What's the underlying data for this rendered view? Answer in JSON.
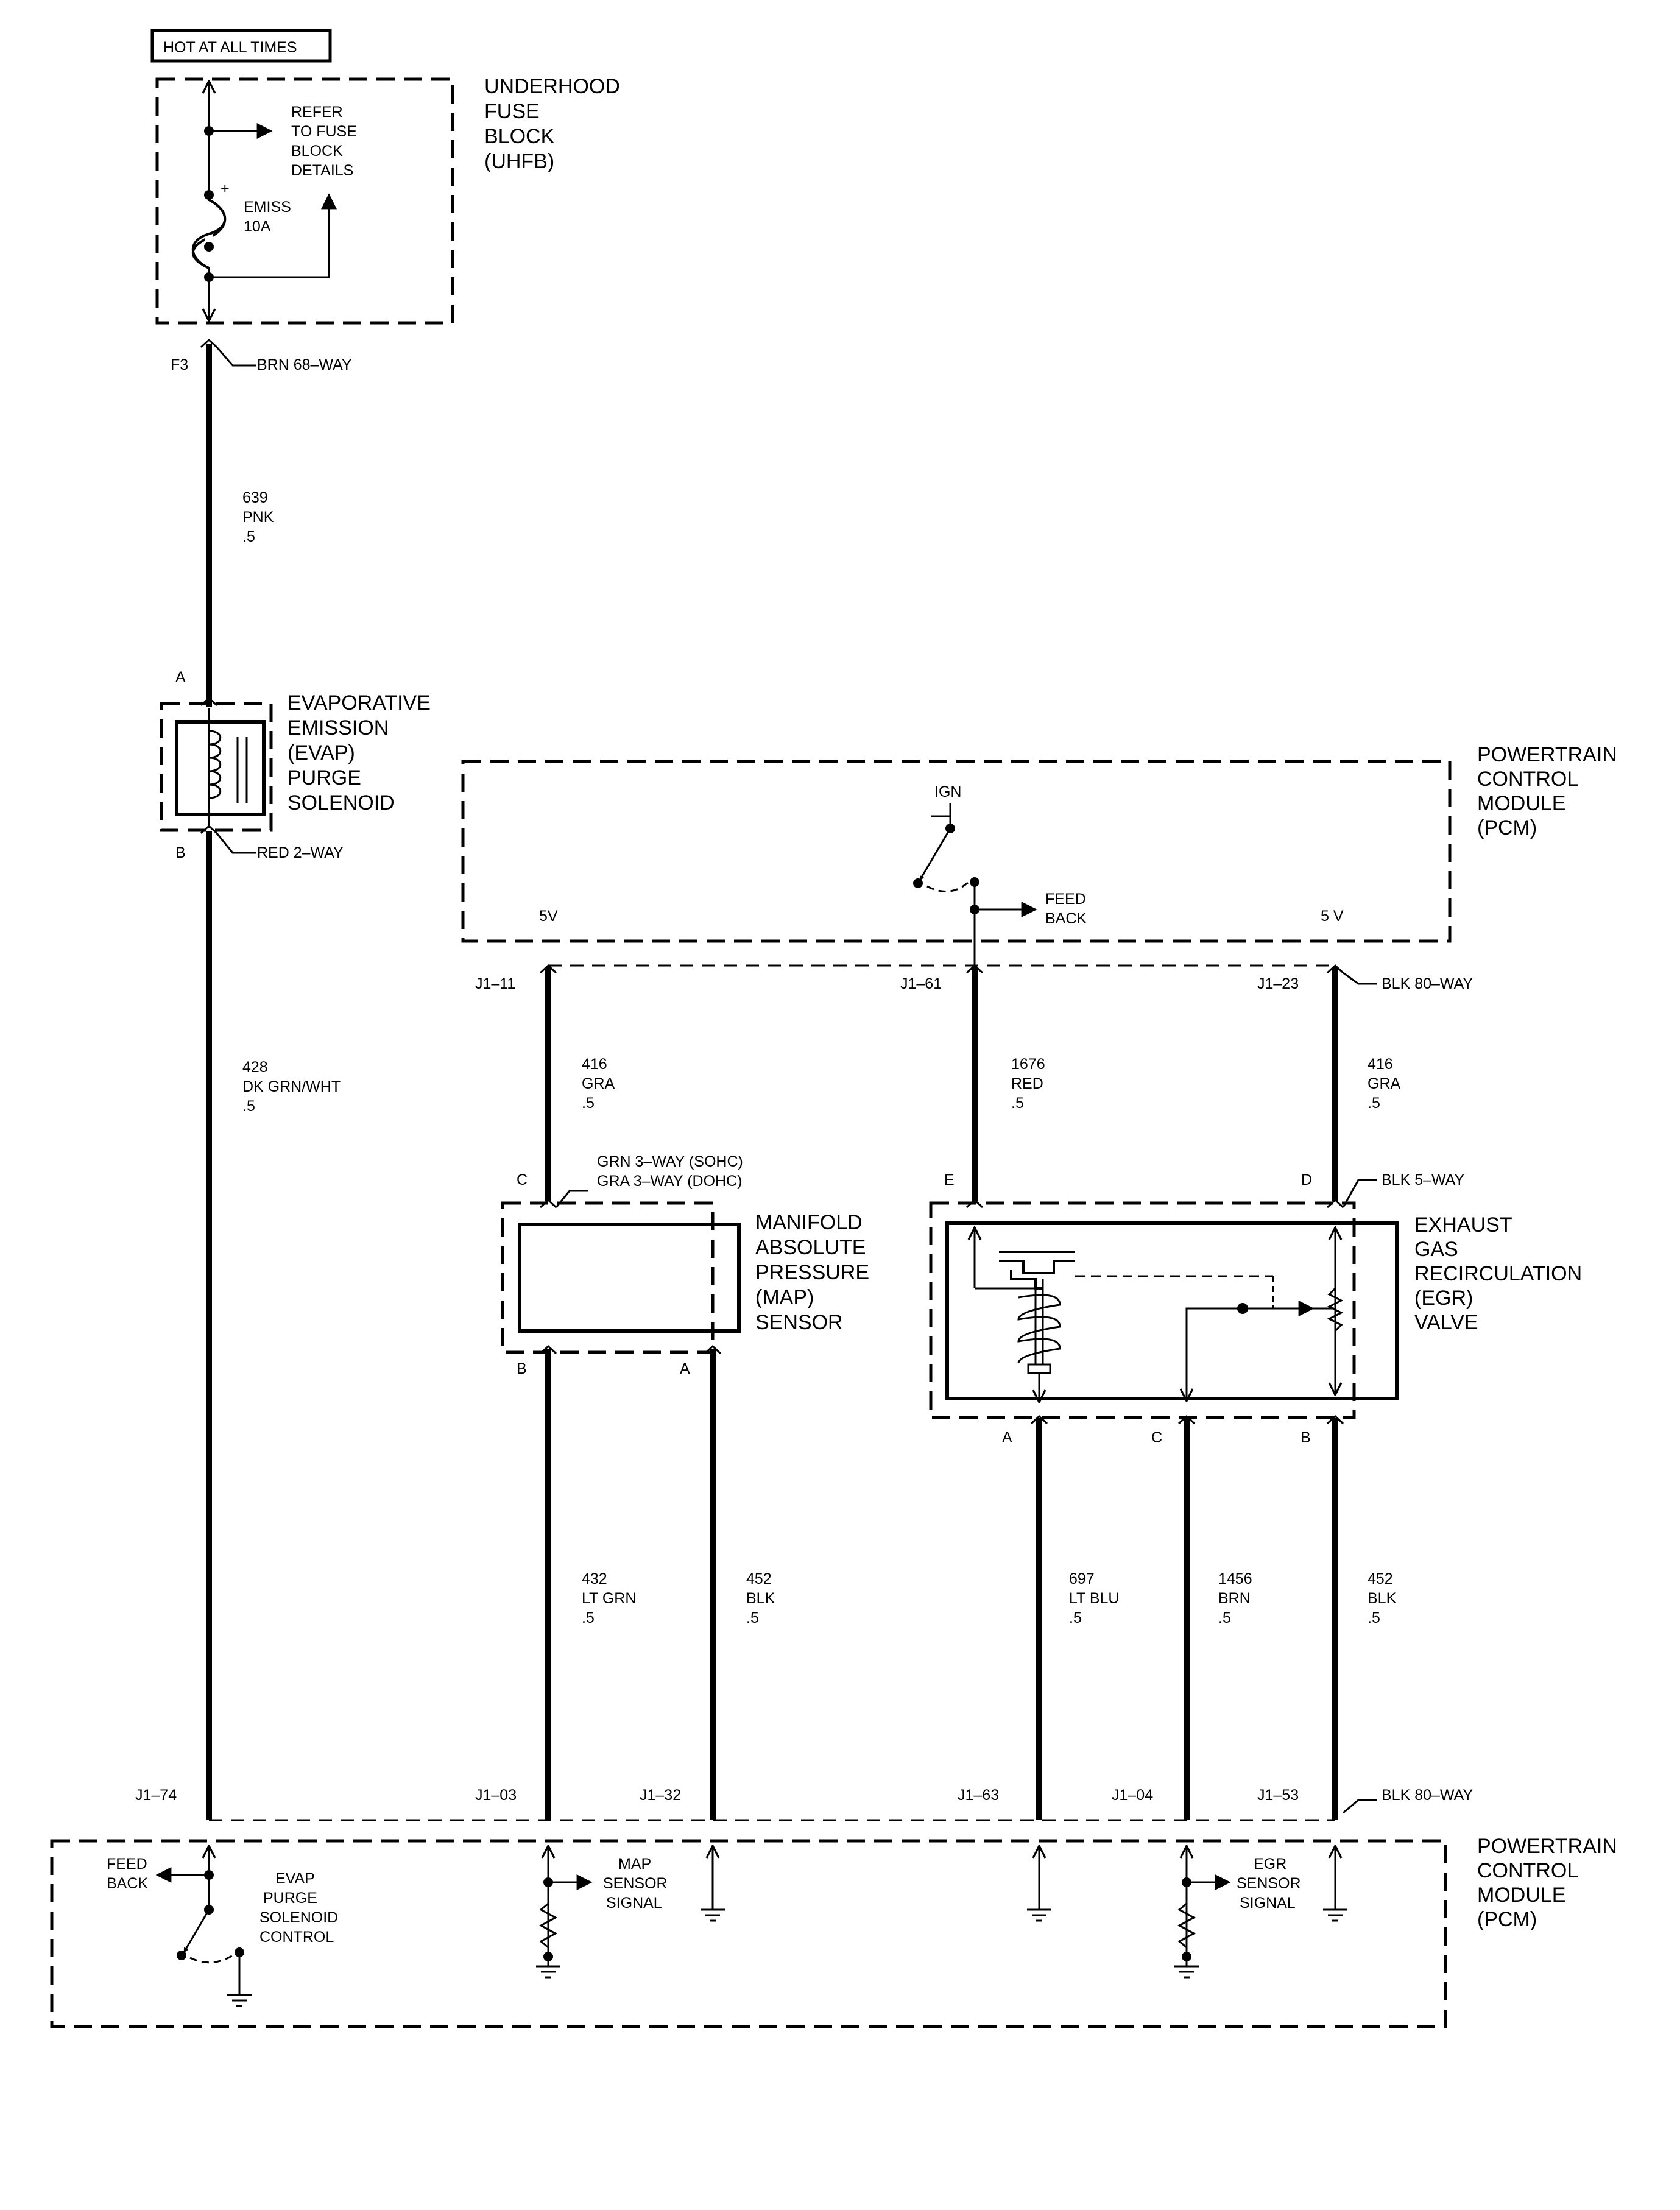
{
  "hot_label": "HOT AT ALL TIMES",
  "uhfb": {
    "title": [
      "UNDERHOOD",
      "FUSE",
      "BLOCK",
      "(UHFB)"
    ],
    "refer": [
      "REFER",
      "TO FUSE",
      "BLOCK",
      "DETAILS"
    ],
    "fuse_label": [
      "EMISS",
      "10A"
    ],
    "plus": "+"
  },
  "f3": {
    "pin": "F3",
    "connector": "BRN 68–WAY"
  },
  "wire_639": [
    "639",
    "PNK",
    ".5"
  ],
  "evap_solenoid": {
    "pin_top": "A",
    "pin_bottom": "B",
    "title": [
      "EVAPORATIVE",
      "EMISSION",
      "(EVAP)",
      "PURGE",
      "SOLENOID"
    ],
    "connector": "RED 2–WAY"
  },
  "wire_428": [
    "428",
    "DK GRN/WHT",
    ".5"
  ],
  "pcm_top": {
    "title": [
      "POWERTRAIN",
      "CONTROL",
      "MODULE",
      "(PCM)"
    ],
    "ign": "IGN",
    "feedback": [
      "FEED",
      "BACK"
    ],
    "v5_left": "5V",
    "v5_right": "5 V"
  },
  "top_pins": {
    "j1_11": "J1–11",
    "j1_61": "J1–61",
    "j1_23": "J1–23",
    "connector": "BLK 80–WAY"
  },
  "wire_416_left": [
    "416",
    "GRA",
    ".5"
  ],
  "wire_1676": [
    "1676",
    "RED",
    ".5"
  ],
  "wire_416_right": [
    "416",
    "GRA",
    ".5"
  ],
  "map": {
    "pin_c": "C",
    "pin_b": "B",
    "pin_a": "A",
    "connector": [
      "GRN 3–WAY (SOHC)",
      "GRA 3–WAY (DOHC)"
    ],
    "title": [
      "MANIFOLD",
      "ABSOLUTE",
      "PRESSURE",
      "(MAP)",
      "SENSOR"
    ]
  },
  "egr": {
    "pin_e": "E",
    "pin_d": "D",
    "pin_a": "A",
    "pin_c": "C",
    "pin_b": "B",
    "connector": "BLK 5–WAY",
    "title": [
      "EXHAUST",
      "GAS",
      "RECIRCULATION",
      "(EGR)",
      "VALVE"
    ]
  },
  "wire_432": [
    "432",
    "LT GRN",
    ".5"
  ],
  "wire_452_map": [
    "452",
    "BLK",
    ".5"
  ],
  "wire_697": [
    "697",
    "LT BLU",
    ".5"
  ],
  "wire_1456": [
    "1456",
    "BRN",
    ".5"
  ],
  "wire_452_egr": [
    "452",
    "BLK",
    ".5"
  ],
  "bottom_pins": {
    "j1_74": "J1–74",
    "j1_03": "J1–03",
    "j1_32": "J1–32",
    "j1_63": "J1–63",
    "j1_04": "J1–04",
    "j1_53": "J1–53",
    "connector": "BLK 80–WAY"
  },
  "pcm_bottom": {
    "title": [
      "POWERTRAIN",
      "CONTROL",
      "MODULE",
      "(PCM)"
    ],
    "feedback": [
      "FEED",
      "BACK"
    ],
    "evap_control": [
      "EVAP",
      "PURGE",
      "SOLENOID",
      "CONTROL"
    ],
    "map_signal": [
      "MAP",
      "SENSOR",
      "SIGNAL"
    ],
    "egr_signal": [
      "EGR",
      "SENSOR",
      "SIGNAL"
    ]
  }
}
